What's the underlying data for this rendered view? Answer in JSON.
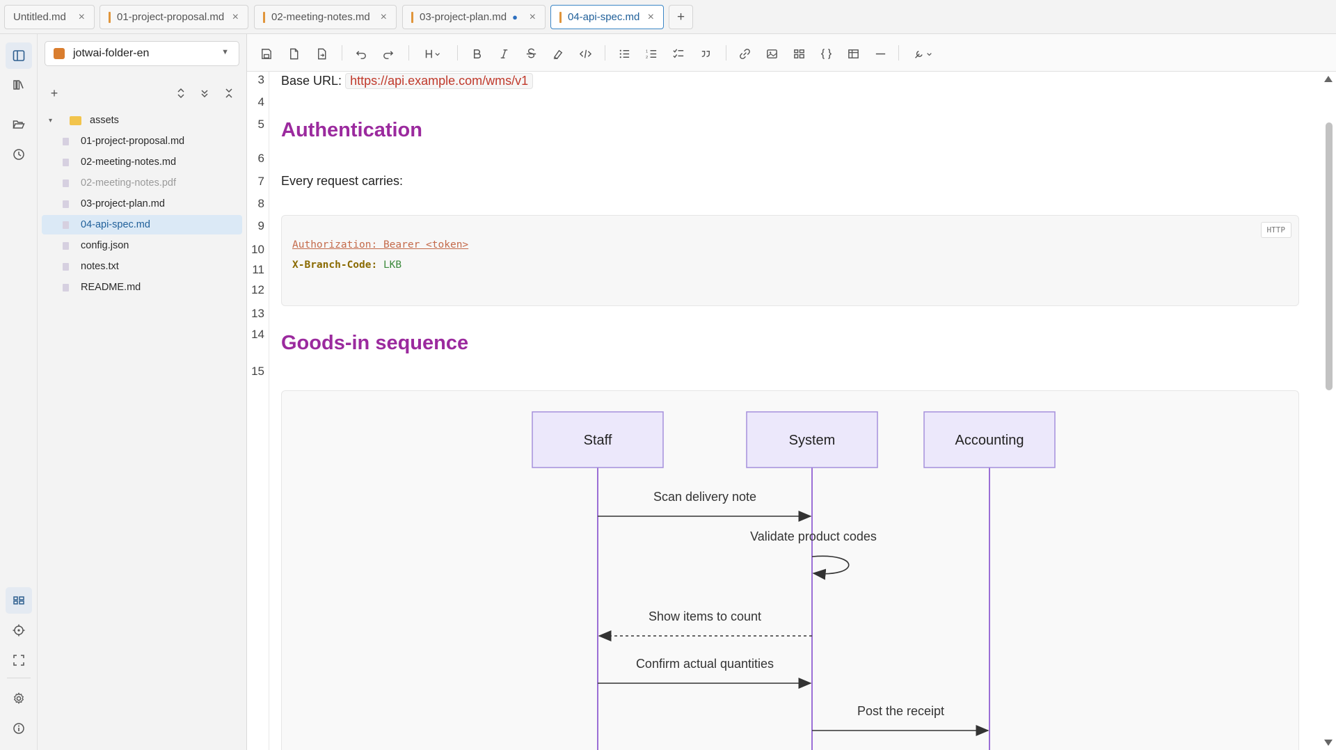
{
  "tabs": [
    {
      "label": "Untitled.md",
      "marked": false,
      "modified": false,
      "active": false
    },
    {
      "label": "01-project-proposal.md",
      "marked": true,
      "modified": false,
      "active": false
    },
    {
      "label": "02-meeting-notes.md",
      "marked": true,
      "modified": false,
      "active": false
    },
    {
      "label": "03-project-plan.md",
      "marked": true,
      "modified": true,
      "active": false
    },
    {
      "label": "04-api-spec.md",
      "marked": true,
      "modified": false,
      "active": true
    }
  ],
  "tab_close_glyph": "×",
  "tab_add_glyph": "+",
  "modified_glyph": "●",
  "sidebar": {
    "folder_name": "jotwai-folder-en",
    "folder_color": "#d97d2e",
    "new_glyph": "+",
    "tree": [
      {
        "name": "assets",
        "type": "folder",
        "state": "normal"
      },
      {
        "name": "01-project-proposal.md",
        "type": "file",
        "state": "normal"
      },
      {
        "name": "02-meeting-notes.md",
        "type": "file",
        "state": "normal"
      },
      {
        "name": "02-meeting-notes.pdf",
        "type": "file",
        "state": "dim"
      },
      {
        "name": "03-project-plan.md",
        "type": "file",
        "state": "normal"
      },
      {
        "name": "04-api-spec.md",
        "type": "file",
        "state": "selected"
      },
      {
        "name": "config.json",
        "type": "file",
        "state": "normal"
      },
      {
        "name": "notes.txt",
        "type": "file",
        "state": "normal"
      },
      {
        "name": "README.md",
        "type": "file",
        "state": "normal"
      }
    ]
  },
  "editor": {
    "line_numbers": [
      "3",
      "4",
      "5",
      "6",
      "7",
      "8",
      "9",
      "10",
      "11",
      "12",
      "13",
      "14",
      "15"
    ],
    "base_url_label": "Base URL:",
    "base_url": "https://api.example.com/wms/v1",
    "heading_auth": "Authentication",
    "every_request": "Every request carries:",
    "code": {
      "lang": "HTTP",
      "line1": "Authorization: Bearer <token>",
      "line2_key": "X-Branch-Code:",
      "line2_val": "LKB"
    },
    "heading_goods": "Goods-in sequence",
    "sequence": {
      "participants": [
        "Staff",
        "System",
        "Accounting"
      ],
      "messages": [
        {
          "from": "Staff",
          "to": "System",
          "text": "Scan delivery note",
          "style": "solid"
        },
        {
          "from": "System",
          "to": "System",
          "text": "Validate product codes",
          "style": "self"
        },
        {
          "from": "System",
          "to": "Staff",
          "text": "Show items to count",
          "style": "dashed"
        },
        {
          "from": "Staff",
          "to": "System",
          "text": "Confirm actual quantities",
          "style": "solid"
        },
        {
          "from": "System",
          "to": "Accounting",
          "text": "Post the receipt",
          "style": "solid"
        }
      ],
      "colors": {
        "box_fill": "#ece8fb",
        "box_stroke": "#a58fdc",
        "lifeline": "#9b6fd6",
        "arrow": "#333333"
      }
    }
  },
  "colors": {
    "heading": "#9b2a9e",
    "accent": "#3b86c6",
    "url": "#c0392b"
  }
}
